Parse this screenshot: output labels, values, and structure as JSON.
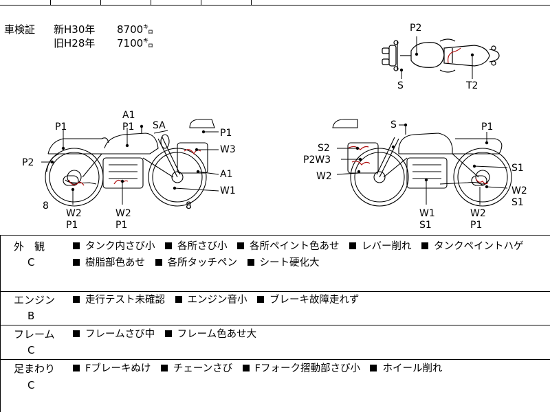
{
  "inspection": {
    "label": "車検証",
    "new_line": {
      "era": "新H30年",
      "mileage": "8700㌔"
    },
    "old_line": {
      "era": "旧H28年",
      "mileage": "7100㌔"
    }
  },
  "diagram_labels": {
    "top_view": {
      "p2": "P2",
      "s": "S",
      "t2": "T2"
    },
    "left_view": {
      "a1_top": "A1",
      "p1_top": "P1",
      "sa": "SA",
      "p1_left": "P1",
      "p2_left": "P2",
      "p1_box": "P1",
      "w3_box": "W3",
      "a1_box": "A1",
      "w1": "W1",
      "num_left": "8",
      "num_right": "8",
      "w2_bottom": "W2",
      "p1_bottom": "P1",
      "w2_bottom2": "W2",
      "p1_bottom2": "P1"
    },
    "right_view": {
      "s_top": "S",
      "p1_top": "P1",
      "s2": "S2",
      "p2w3": "P2W3",
      "w2_left": "W2",
      "s1_right": "S1",
      "w2_right": "W2",
      "s1_right2": "S1",
      "w1_bottom": "W1",
      "s1_bottom": "S1",
      "w2_bottom": "W2",
      "p1_bottom": "P1"
    }
  },
  "sections": [
    {
      "title": "外　観",
      "grade": "C",
      "items": [
        "タンク内さび小",
        "各所さび小",
        "各所ペイント色あせ",
        "レバー削れ",
        "タンクペイントハゲ",
        "樹脂部色あせ",
        "各所タッチペン",
        "シート硬化大"
      ]
    },
    {
      "title": "エンジン",
      "grade": "B",
      "items": [
        "走行テスト未確認",
        "エンジン音小",
        "ブレーキ故障走れず"
      ]
    },
    {
      "title": "フレーム",
      "grade": "C",
      "items": [
        "フレームさび中",
        "フレーム色あせ大"
      ]
    },
    {
      "title": "足まわり",
      "grade": "C",
      "items": [
        "Fブレーキぬけ",
        "チェーンさび",
        "Fフォーク摺動部さび小",
        "ホイール削れ"
      ]
    }
  ]
}
